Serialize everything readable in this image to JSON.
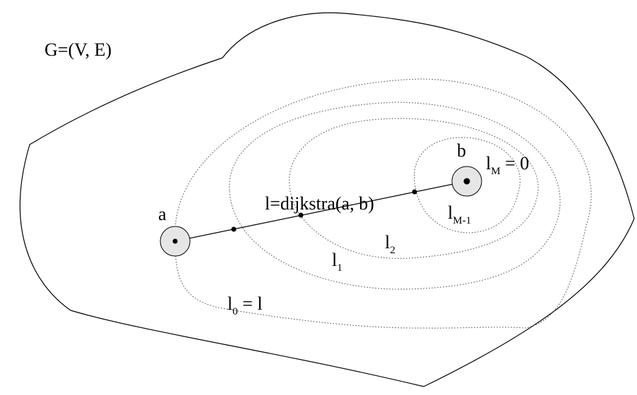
{
  "graph_label": "G=(V, E)",
  "node_a": "a",
  "node_b": "b",
  "path_label": "l=dijkstra(a, b)",
  "levels": {
    "l0": {
      "base": "l",
      "sub": "0",
      "suffix": " = l"
    },
    "l1": {
      "base": "l",
      "sub": "1"
    },
    "l2": {
      "base": "l",
      "sub": "2"
    },
    "lM1": {
      "base": "l",
      "sub": "M-1"
    },
    "lM": {
      "base": "l",
      "sub": "M",
      "suffix": " = 0"
    }
  }
}
